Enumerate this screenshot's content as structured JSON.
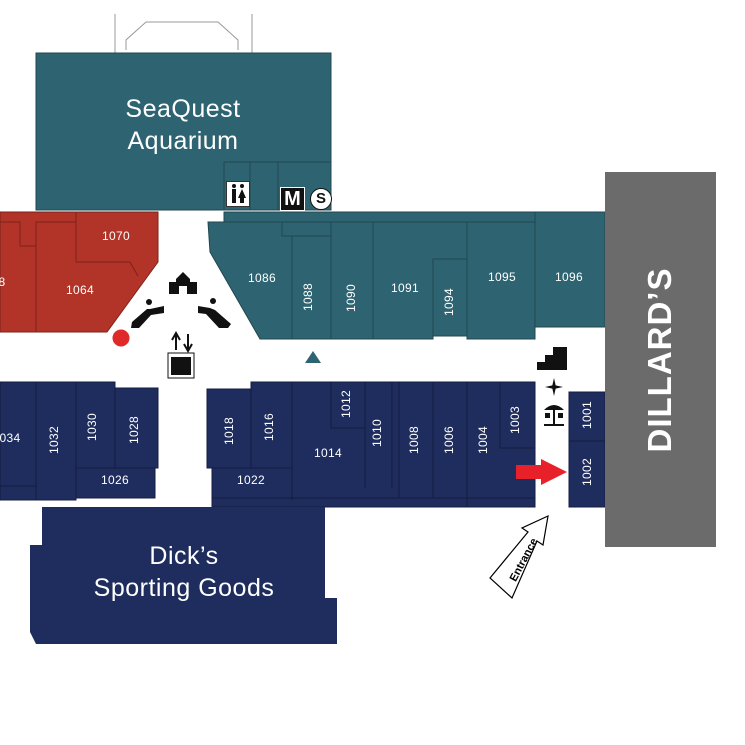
{
  "colors": {
    "teal": "#2e6472",
    "red": "#b23428",
    "navy": "#1f2d5e",
    "gray": "#6b6b6b",
    "arrow": "#e8202a"
  },
  "anchors": {
    "seaquest": [
      "SeaQuest",
      "Aquarium"
    ],
    "dicks": [
      "Dick’s",
      "Sporting Goods"
    ],
    "dillards": "DILLARD’S"
  },
  "entrance": "Entrance",
  "stores": {
    "s1070": "1070",
    "s1064": "1064",
    "s1068": "8",
    "s1086": "1086",
    "s1088": "1088",
    "s1090": "1090",
    "s1091": "1091",
    "s1094": "1094",
    "s1095": "1095",
    "s1096": "1096",
    "s1034": "034",
    "s1032": "1032",
    "s1030": "1030",
    "s1028": "1028",
    "s1026": "1026",
    "s1018": "1018",
    "s1016": "1016",
    "s1014": "1014",
    "s1012": "1012",
    "s1010": "1010",
    "s1008": "1008",
    "s1006": "1006",
    "s1004": "1004",
    "s1003": "1003",
    "s1022": "1022",
    "s1001": "1001",
    "s1002": "1002"
  },
  "icons": {
    "metro": "M",
    "security": "S"
  }
}
